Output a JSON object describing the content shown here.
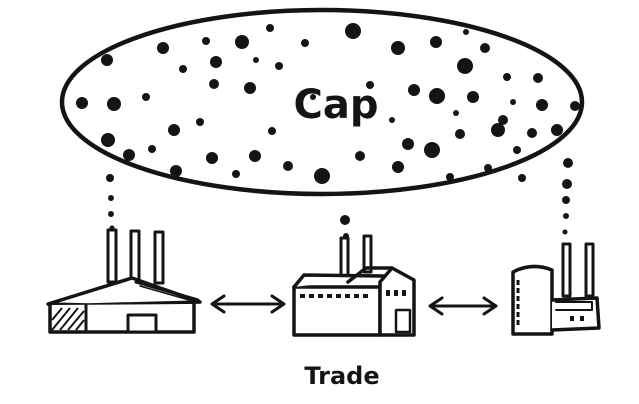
{
  "diagram": {
    "cap_label": "Cap",
    "trade_label": "Trade",
    "colors": {
      "ink": "#141414",
      "background": "#ffffff"
    },
    "icons": [
      "factory-left-icon",
      "factory-middle-icon",
      "factory-right-icon",
      "double-arrow-icon",
      "dots-cloud"
    ]
  }
}
